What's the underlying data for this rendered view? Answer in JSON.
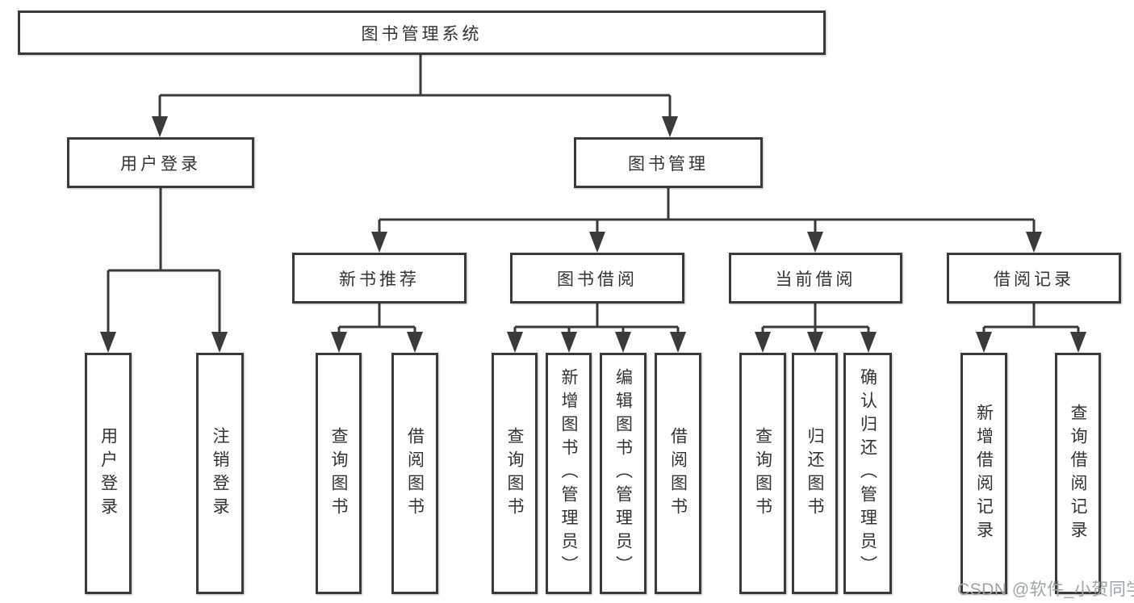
{
  "diagram": {
    "root": {
      "label": "图书管理系统"
    },
    "level2": [
      {
        "label": "用户登录"
      },
      {
        "label": "图书管理"
      }
    ],
    "level3": [
      {
        "label": "新书推荐",
        "parent": "图书管理"
      },
      {
        "label": "图书借阅",
        "parent": "图书管理"
      },
      {
        "label": "当前借阅",
        "parent": "图书管理"
      },
      {
        "label": "借阅记录",
        "parent": "图书管理"
      }
    ],
    "leaves": [
      {
        "label": "用户登录",
        "parent": "用户登录"
      },
      {
        "label": "注销登录",
        "parent": "用户登录"
      },
      {
        "label": "查询图书",
        "parent": "新书推荐"
      },
      {
        "label": "借阅图书",
        "parent": "新书推荐"
      },
      {
        "label": "查询图书",
        "parent": "图书借阅"
      },
      {
        "label": "新增图书（管理员）",
        "parent": "图书借阅"
      },
      {
        "label": "编辑图书（管理员）",
        "parent": "图书借阅"
      },
      {
        "label": "借阅图书",
        "parent": "图书借阅"
      },
      {
        "label": "查询图书",
        "parent": "当前借阅"
      },
      {
        "label": "归还图书",
        "parent": "当前借阅"
      },
      {
        "label": "确认归还（管理员）",
        "parent": "当前借阅"
      },
      {
        "label": "新增借阅记录",
        "parent": "借阅记录"
      },
      {
        "label": "查询借阅记录",
        "parent": "借阅记录"
      }
    ]
  },
  "watermark": {
    "text": "CSDN @软件_小贺同学"
  },
  "colors": {
    "line": "#3a3a3a",
    "box_border": "#3a3a3a",
    "text": "#333333",
    "watermark": "#9ea4a7",
    "background": "#ffffff"
  }
}
